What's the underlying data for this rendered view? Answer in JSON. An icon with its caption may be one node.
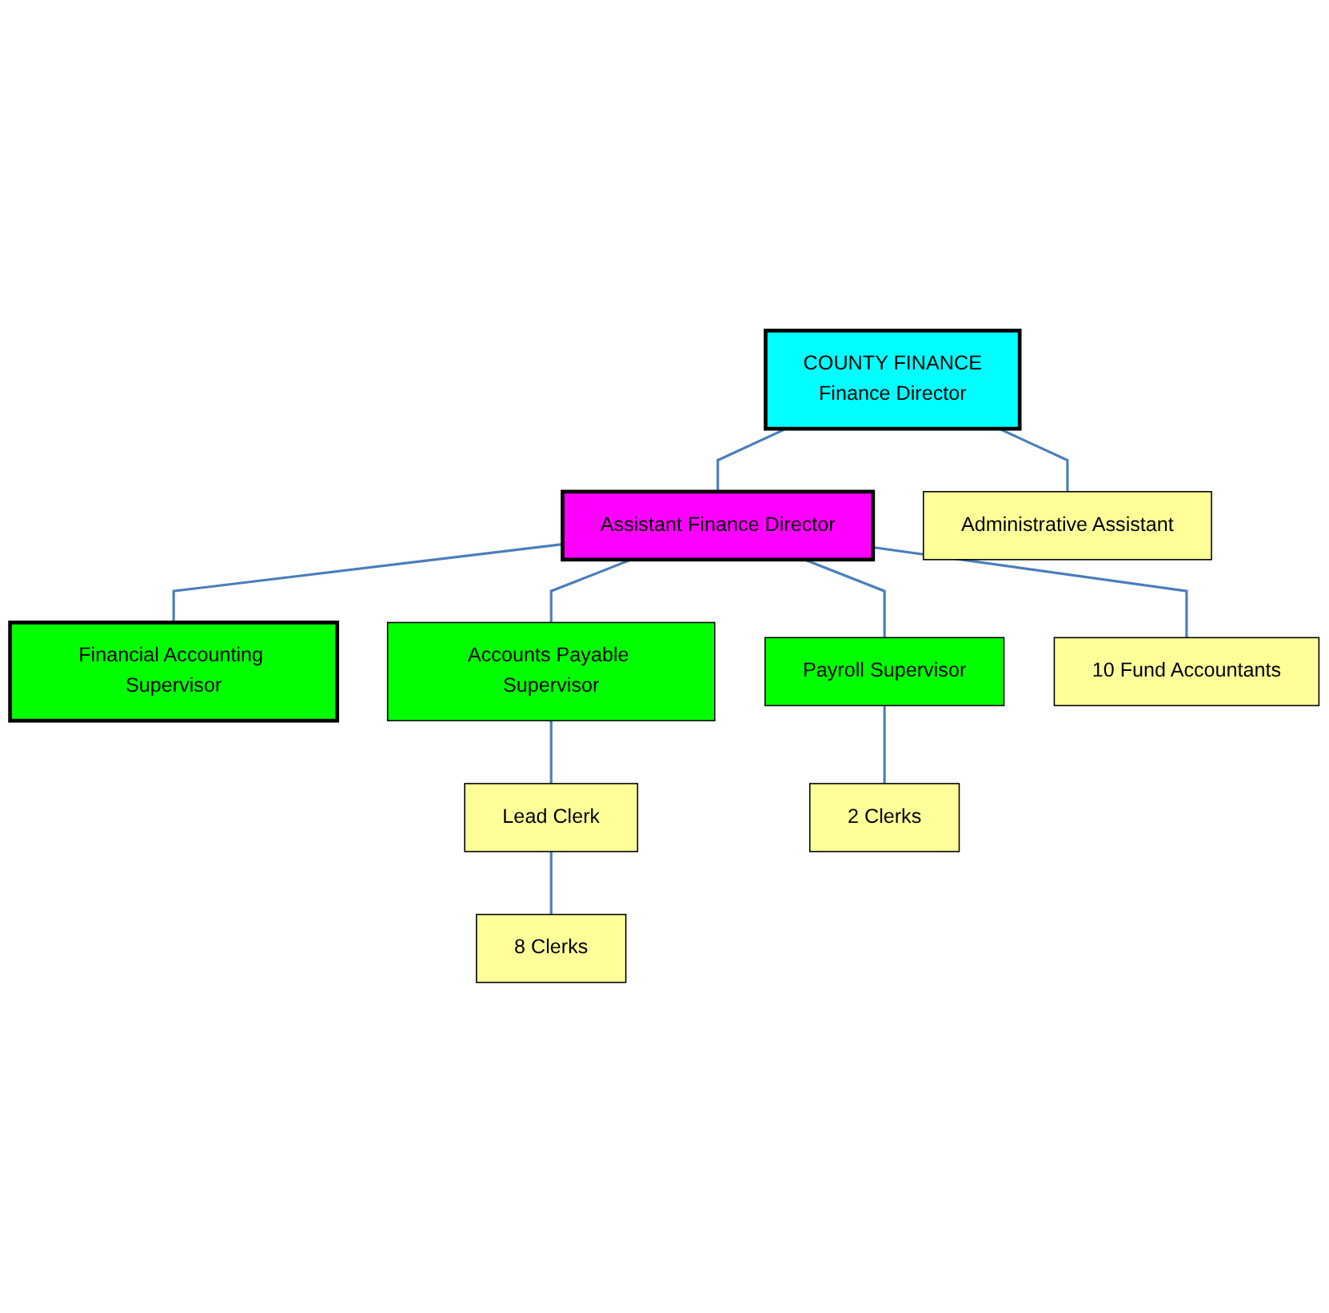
{
  "diagram": {
    "nodes": [
      {
        "text": [
          "COUNTY FINANCE",
          "Finance Director"
        ]
      },
      {
        "text": [
          "Administrative Assistant"
        ]
      },
      {
        "text": [
          "Financial Accounting Supervisor"
        ]
      },
      {
        "text": [
          "Assistant Finance Director"
        ]
      },
      {
        "text": [
          "Accounts Payable Supervisor"
        ]
      },
      {
        "text": [
          "Payroll Supervisor"
        ]
      },
      {
        "text": [
          "10 Fund Accountants"
        ]
      },
      {
        "text": [
          "Lead Clerk"
        ]
      },
      {
        "text": [
          "2 Clerks"
        ]
      },
      {
        "text": [
          "8 Clerks"
        ]
      }
    ],
    "edges": [
      {
        "from": 0,
        "to": 1,
        "arrow": "none"
      },
      {
        "from": 0,
        "to": 3,
        "arrow": "none"
      },
      {
        "from": 3,
        "to": 2,
        "arrow": "none"
      },
      {
        "from": 3,
        "to": 4,
        "arrow": "none"
      },
      {
        "from": 3,
        "to": 5,
        "arrow": "none"
      },
      {
        "from": 3,
        "to": 6,
        "arrow": "none"
      },
      {
        "from": 4,
        "to": 7,
        "arrow": "none"
      },
      {
        "from": 5,
        "to": 8,
        "arrow": "none"
      },
      {
        "from": 7,
        "to": 9,
        "arrow": "none"
      }
    ]
  }
}
